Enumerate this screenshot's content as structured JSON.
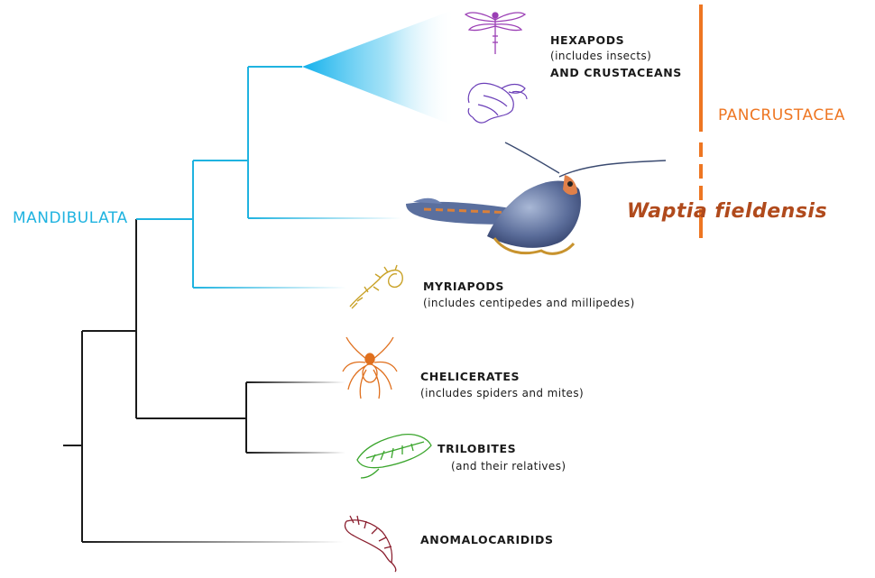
{
  "clades": {
    "mandibulata": "MANDIBULATA",
    "pancrustacea": "PANCRUSTACEA"
  },
  "taxa": {
    "hexapods": {
      "line1": "HEXAPODS",
      "line2": "(includes insects)",
      "line3": "AND CRUSTACEANS"
    },
    "waptia": {
      "name": "Waptia fieldensis"
    },
    "myriapods": {
      "line1": "MYRIAPODS",
      "line2": "(includes centipedes and millipedes)"
    },
    "chelicerates": {
      "line1": "CHELICERATES",
      "line2": "(includes spiders and mites)"
    },
    "trilobites": {
      "line1": "TRILOBITES",
      "line2": "(and their relatives)"
    },
    "anomalocaridids": {
      "line1": "ANOMALOCARIDIDS"
    }
  },
  "colors": {
    "mandibulata_branches": "#1fb3e0",
    "outer_branches": "#1a1a1a",
    "pancrustacea": "#ee7622",
    "waptia": "#b04a1c",
    "hexapod_icon": "#9b3fb5",
    "crustacean_icon": "#6b3fb8",
    "myriapod_icon": "#c9a227",
    "chelicerate_icon": "#e0701e",
    "trilobite_icon": "#3aa52c",
    "anomalocaridid_icon": "#8a1e2e"
  },
  "icons": [
    "dragonfly-icon",
    "lobster-icon",
    "waptia-illustration",
    "centipede-icon",
    "spider-icon",
    "trilobite-icon",
    "anomalocaris-icon"
  ]
}
